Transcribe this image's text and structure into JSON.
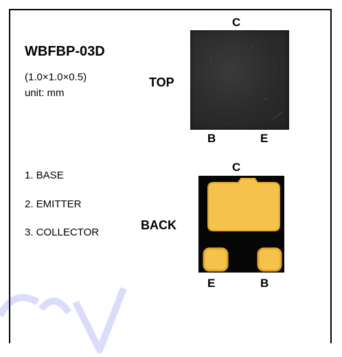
{
  "part_number": "WBFBP-03D",
  "dimensions": "(1.0×1.0×0.5)",
  "unit": "unit: mm",
  "views": {
    "top": {
      "label": "TOP",
      "pins": {
        "top": "C",
        "bottom_left": "B",
        "bottom_right": "E"
      }
    },
    "back": {
      "label": "BACK",
      "pins": {
        "top": "C",
        "bottom_left": "E",
        "bottom_right": "B"
      }
    }
  },
  "pin_list": [
    "1. BASE",
    "2. EMITTER",
    "3. COLLECTOR"
  ],
  "colors": {
    "pad_fill": "#F5C24C",
    "pad_edge": "#E1A52A",
    "chip_top": "#2b2b2b",
    "chip_back": "#060606",
    "watermark": "#3A3AF0"
  }
}
